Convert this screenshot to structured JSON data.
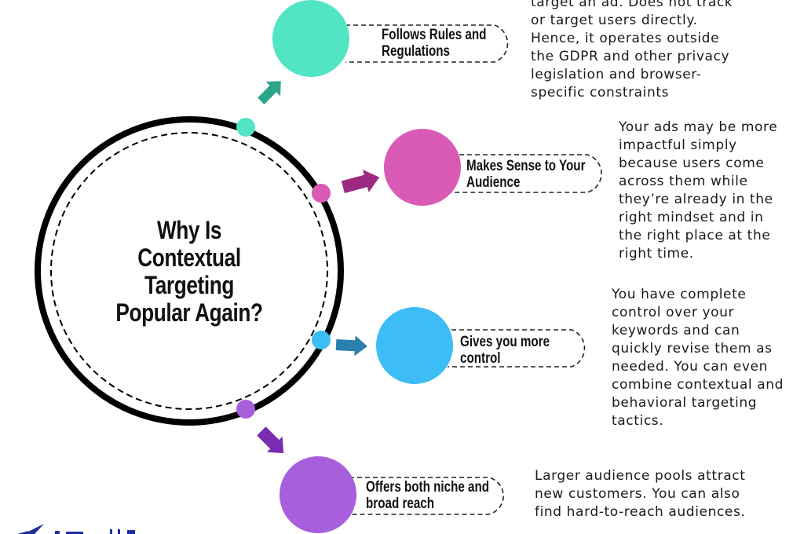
{
  "title": {
    "lines": [
      "Why Is",
      "Contextual",
      "Targeting",
      "Popular Again?"
    ]
  },
  "reasons": [
    {
      "label_lines": [
        "Follows Rules and",
        "Regulations"
      ],
      "description_lines": [
        "target an ad. Does not track",
        "or target users directly.",
        "Hence, it operates outside",
        "the GDPR and other privacy",
        "legislation and browser-",
        "specific constraints"
      ],
      "color": "#52E5C4",
      "arrow_color": "#2EA58A"
    },
    {
      "label_lines": [
        "Makes Sense to Your",
        "Audience"
      ],
      "description_lines": [
        "Your ads may be more",
        "impactful simply",
        "because users come",
        "across them while",
        "they’re already in the",
        "right mindset and in",
        "the right place at the",
        "right time."
      ],
      "color": "#D95BB5",
      "arrow_color": "#9B2A80"
    },
    {
      "label_lines": [
        "Gives you more",
        "control"
      ],
      "description_lines": [
        "You have complete",
        "control over your",
        "keywords and can",
        "quickly revise them as",
        "needed. You can even",
        "combine contextual and",
        "behavioral targeting",
        "tactics."
      ],
      "color": "#3CBDF5",
      "arrow_color": "#2A7FB0"
    },
    {
      "label_lines": [
        "Offers both niche and",
        "broad reach"
      ],
      "description_lines": [
        "Larger audience pools attract",
        "new customers. You can also",
        "find hard-to-reach audiences."
      ],
      "color": "#A85FDB",
      "arrow_color": "#7A2DB0"
    }
  ],
  "logo": {
    "icon": "paper-plane-logo-icon",
    "color": "#1B2F9E"
  }
}
